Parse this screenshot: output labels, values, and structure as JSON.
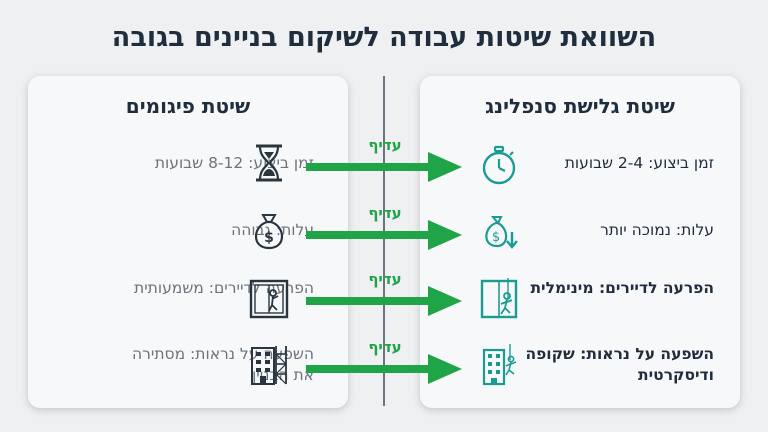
{
  "title": "השוואת שיטות עבודה לשיקום בניינים בגובה",
  "advantage_label": "עדיף",
  "right_panel": {
    "title": "שיטת גלישת סנפלינג",
    "rows": [
      {
        "text": "זמן ביצוע: 2-4 שבועות",
        "icon": "stopwatch-icon"
      },
      {
        "text": "עלות: נמוכה יותר",
        "icon": "money-bag-down-icon"
      },
      {
        "text": "הפרעה לדיירים: מינימלית",
        "icon": "window-climber-icon"
      },
      {
        "text": "השפעה על נראות: שקופה ודיסקרטית",
        "icon": "building-rappel-icon"
      }
    ]
  },
  "left_panel": {
    "title": "שיטת פיגומים",
    "rows": [
      {
        "text": "זמן ביצוע: 8-12 שבועות",
        "icon": "hourglass-icon"
      },
      {
        "text": "עלות: גבוהה",
        "icon": "money-bag-icon"
      },
      {
        "text": "הפרעה לדיירים: משמעותית",
        "icon": "window-person-icon"
      },
      {
        "text": "השפעה על נראות: מסתירה את הבניין",
        "icon": "building-scaffold-icon"
      }
    ]
  },
  "colors": {
    "accent_green": "#1fa447",
    "icon_teal": "#1b9c93",
    "icon_dark": "#2b3540"
  }
}
